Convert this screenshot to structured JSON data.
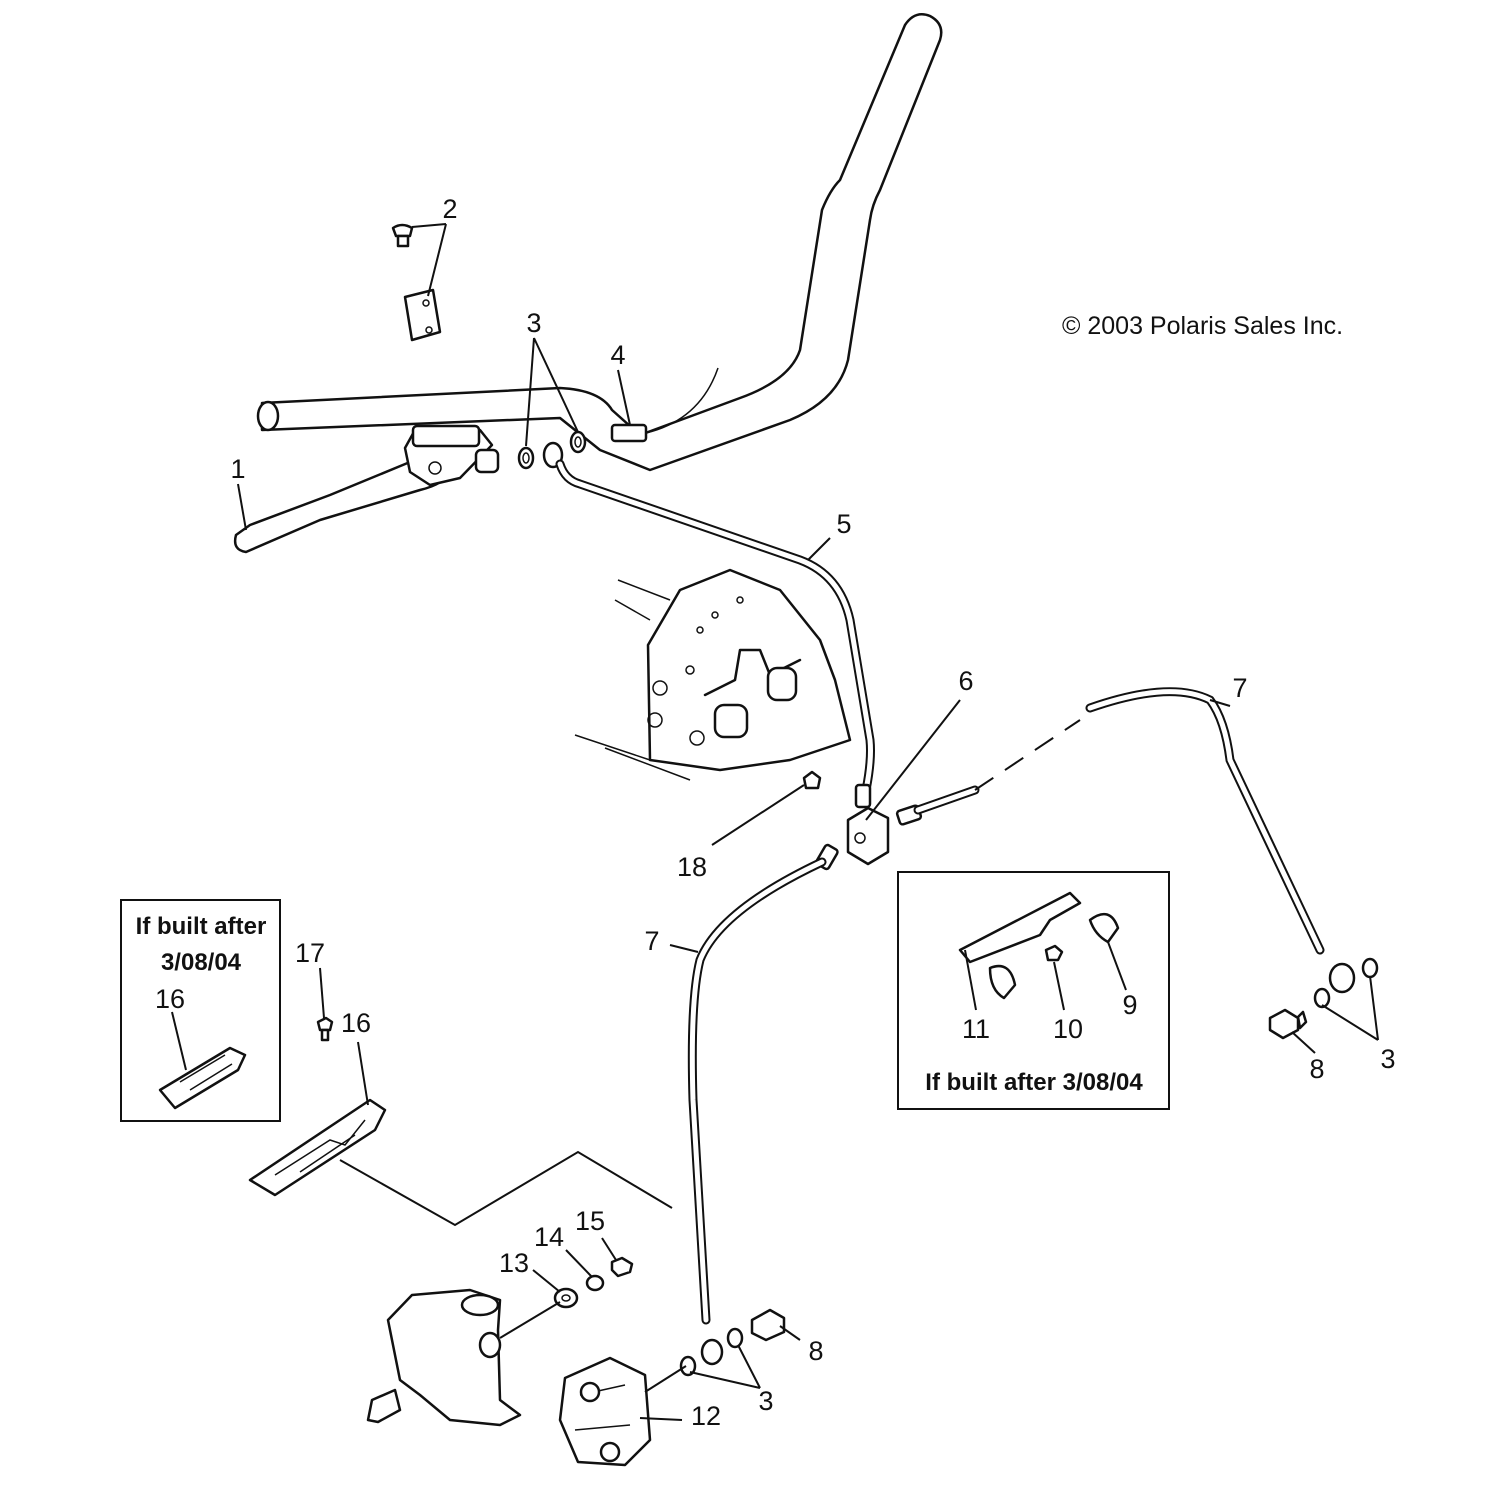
{
  "copyright": "© 2003 Polaris Sales Inc.",
  "inset_left": {
    "line1": "If built after",
    "line2": "3/08/04"
  },
  "inset_right": {
    "caption": "If built after 3/08/04"
  },
  "callouts": {
    "c1": "1",
    "c2": "2",
    "c3a": "3",
    "c3b": "3",
    "c3c": "3",
    "c4": "4",
    "c5": "5",
    "c6": "6",
    "c7a": "7",
    "c7b": "7",
    "c8a": "8",
    "c8b": "8",
    "c9": "9",
    "c10": "10",
    "c11": "11",
    "c12": "12",
    "c13": "13",
    "c14": "14",
    "c15": "15",
    "c16a": "16",
    "c16b": "16",
    "c17": "17",
    "c18": "18"
  }
}
